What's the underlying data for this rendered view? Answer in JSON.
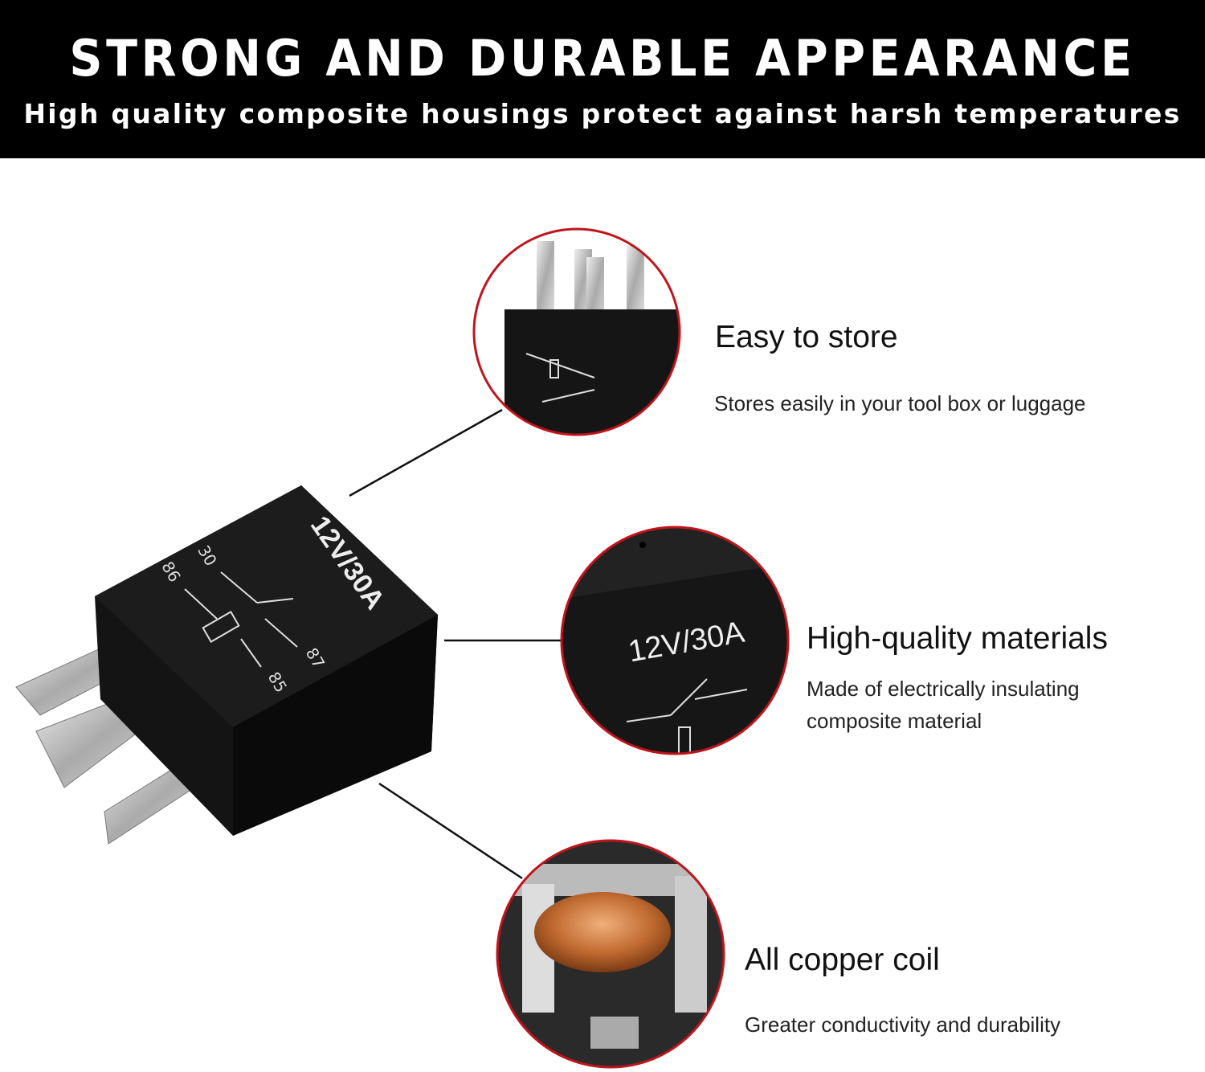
{
  "header": {
    "title": "STRONG AND DURABLE APPEARANCE",
    "subtitle": "High quality composite housings protect against harsh temperatures"
  },
  "features": [
    {
      "title": "Easy to store",
      "desc": [
        "Stores easily in your tool box or luggage"
      ]
    },
    {
      "title": "High-quality materials",
      "desc": [
        "Made of electrically insulating",
        "composite material"
      ]
    },
    {
      "title": "All copper coil",
      "desc": [
        "Greater conductivity and durability"
      ]
    }
  ],
  "relay": {
    "rating": "12V/30A",
    "pins": [
      "30",
      "86",
      "87",
      "85"
    ]
  },
  "colors": {
    "accent": "#c0141c",
    "header_bg": "#000000"
  }
}
